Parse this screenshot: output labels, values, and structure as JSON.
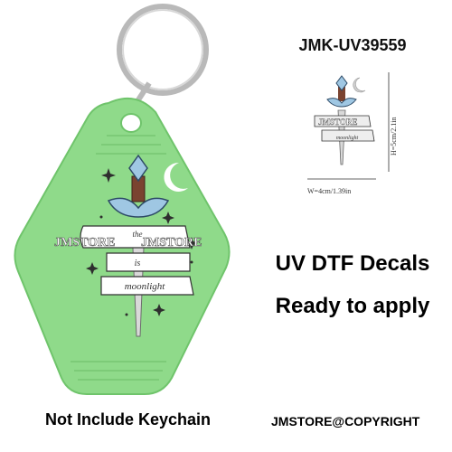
{
  "product": {
    "sku": "JMK-UV39559",
    "headline_line1": "UV DTF Decals",
    "headline_line2": "Ready to apply",
    "footer_left": "Not Include Keychain",
    "footer_right": "JMSTORE@COPYRIGHT"
  },
  "keychain": {
    "watermark_left": "JMSTORE",
    "watermark_right": "JMSTORE",
    "banner_line1": "the",
    "banner_line2": "is",
    "banner_line3": "moonlight"
  },
  "preview": {
    "watermark": "JMSTORE",
    "banner_text": "moonlight",
    "height_label": "H=5cm/2.1in",
    "width_label": "W=4cm/1.39in"
  },
  "colors": {
    "keychain_green": "#8fda8a",
    "keychain_green_dark": "#6fc46b",
    "ring_silver": "#b8b8b8",
    "sword_blade": "#d9d9d9",
    "gem_blue": "#9fc7e3",
    "handle_brown": "#7a4330"
  }
}
